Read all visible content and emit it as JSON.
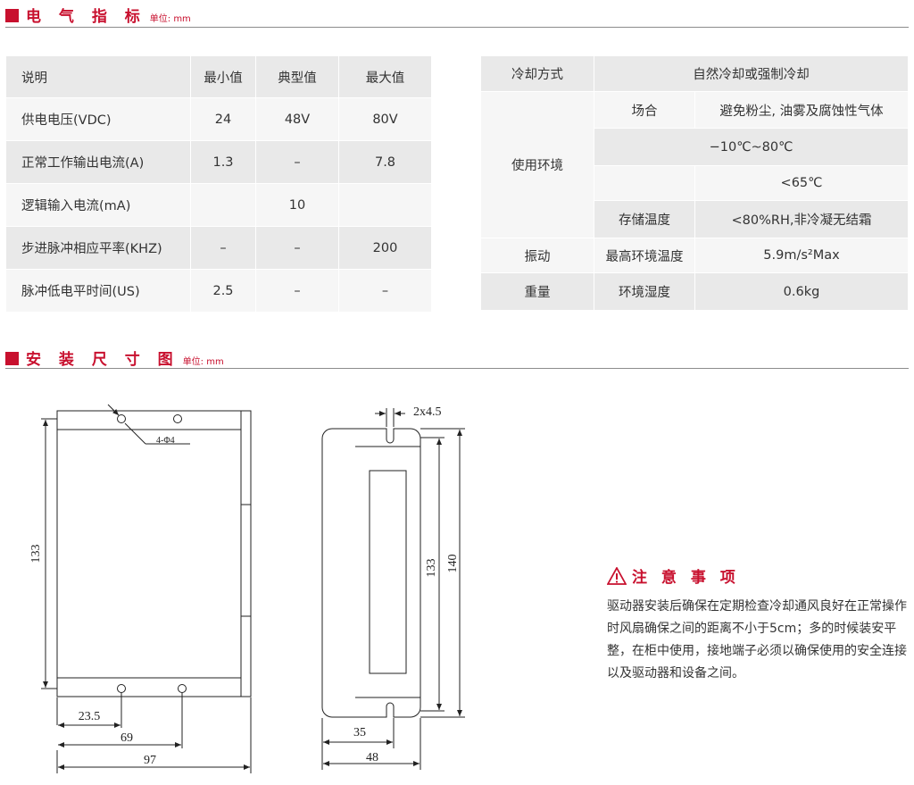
{
  "section1": {
    "title": "电 气 指 标",
    "unit": "单位: mm"
  },
  "specs": {
    "headers": [
      "说明",
      "最小值",
      "典型值",
      "最大值"
    ],
    "rows": [
      [
        "供电电压(VDC)",
        "24",
        "48V",
        "80V"
      ],
      [
        "正常工作输出电流(A)",
        "1.3",
        "–",
        "7.8"
      ],
      [
        "逻辑输入电流(mA)",
        "",
        "10",
        ""
      ],
      [
        "步进脉冲相应平率(KHZ)",
        "–",
        "–",
        "200"
      ],
      [
        "脉冲低电平时间(US)",
        "2.5",
        "–",
        "–"
      ]
    ]
  },
  "env": {
    "cooling_label": "冷却方式",
    "cooling_value": "自然冷却或强制冷却",
    "use_env_label": "使用环境",
    "place_label": "场合",
    "place_value": "避免粉尘, 油雾及腐蚀性气体",
    "temp_range": "−10℃~80℃",
    "temp_max": "<65℃",
    "storage_label": "存储温度",
    "humidity_value": "<80%RH,非冷凝无结霜",
    "vibration_label": "振动",
    "max_temp_label": "最高环境温度",
    "vibration_value": "5.9m/s²Max",
    "weight_label": "重量",
    "humidity_label": "环境湿度",
    "weight_value": "0.6kg"
  },
  "section2": {
    "title": "安 装 尺 寸 图",
    "unit": "单位: mm"
  },
  "drawing": {
    "hole_label": "4-Φ4",
    "dim_133": "133",
    "dim_23_5": "23.5",
    "dim_69": "69",
    "dim_97": "97",
    "slot_label": "2x4.5",
    "side_133": "133",
    "side_140": "140",
    "dim_35": "35",
    "dim_48": "48"
  },
  "notice": {
    "title": "注 意 事 项",
    "text": "驱动器安装后确保在定期检查冷却通风良好在正常操作时风扇确保之间的距离不小于5cm；多的时候装安平整，在柜中使用，接地端子必须以确保使用的安全连接以及驱动器和设备之间。",
    "accent": "#c8102e"
  }
}
